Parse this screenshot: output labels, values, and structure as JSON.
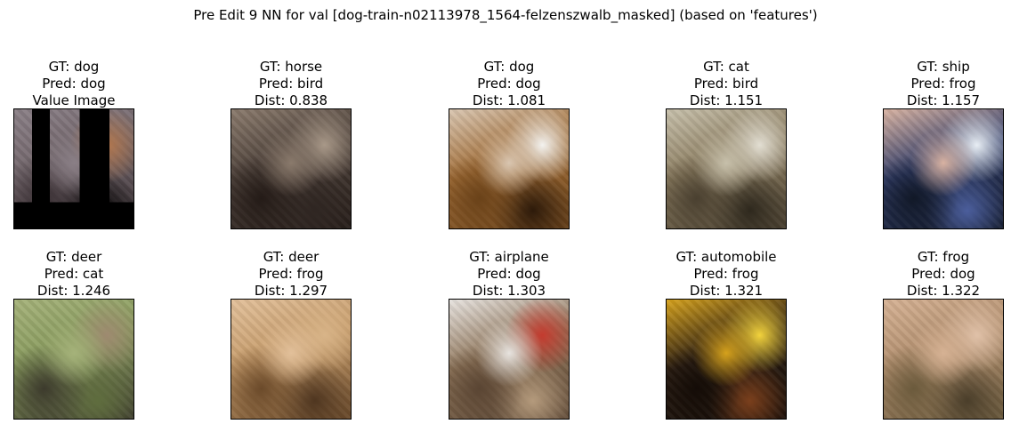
{
  "title": "Pre Edit 9 NN for val [dog-train-n02113978_1564-felzenszwalb_masked] (based on 'features')",
  "panels": [
    {
      "gt": "GT: dog",
      "pred": "Pred: dog",
      "extra": "Value Image",
      "colors": {
        "bg": "#6f6368",
        "a": "#8a7f86",
        "b": "#3a3034",
        "c": "#b2774e",
        "d": "#000000"
      }
    },
    {
      "gt": "GT: horse",
      "pred": "Pred: bird",
      "extra": "Dist: 0.838",
      "colors": {
        "bg": "#4b3f38",
        "a": "#8a7a6c",
        "b": "#241b17",
        "c": "#a89888",
        "d": "#2f2622"
      }
    },
    {
      "gt": "GT: dog",
      "pred": "Pred: dog",
      "extra": "Dist: 1.081",
      "colors": {
        "bg": "#9f6a33",
        "a": "#d9c6b1",
        "b": "#6a4219",
        "c": "#f3f2ef",
        "d": "#2d1a0a"
      }
    },
    {
      "gt": "GT: cat",
      "pred": "Pred: bird",
      "extra": "Dist: 1.151",
      "colors": {
        "bg": "#8a7b5e",
        "a": "#c7c0ab",
        "b": "#4a4030",
        "c": "#e2ded2",
        "d": "#2e281d"
      }
    },
    {
      "gt": "GT: ship",
      "pred": "Pred: frog",
      "extra": "Dist: 1.157",
      "colors": {
        "bg": "#2f3b67",
        "a": "#d9b3a2",
        "b": "#111827",
        "c": "#e8eef4",
        "d": "#4b5e9c"
      }
    },
    {
      "gt": "GT: deer",
      "pred": "Pred: cat",
      "extra": "Dist: 1.246",
      "colors": {
        "bg": "#86995b",
        "a": "#a5b27a",
        "b": "#3c3a2c",
        "c": "#9e8a70",
        "d": "#5f6d3e"
      }
    },
    {
      "gt": "GT: deer",
      "pred": "Pred: frog",
      "extra": "Dist: 1.297",
      "colors": {
        "bg": "#c59a68",
        "a": "#e2c09a",
        "b": "#6b4a2a",
        "c": "#d8b488",
        "d": "#4f3620"
      }
    },
    {
      "gt": "GT: airplane",
      "pred": "Pred: dog",
      "extra": "Dist: 1.303",
      "colors": {
        "bg": "#8d7357",
        "a": "#e7e3df",
        "b": "#5a4533",
        "c": "#c43b2f",
        "d": "#b49a7c"
      }
    },
    {
      "gt": "GT: automobile",
      "pred": "Pred: frog",
      "extra": "Dist: 1.321",
      "colors": {
        "bg": "#2b1d12",
        "a": "#d6a21c",
        "b": "#140c07",
        "c": "#f2d23c",
        "d": "#7a3f1c"
      }
    },
    {
      "gt": "GT: frog",
      "pred": "Pred: dog",
      "extra": "Dist: 1.322",
      "colors": {
        "bg": "#b08d6c",
        "a": "#d6b294",
        "b": "#6b5a3c",
        "c": "#e0c1a8",
        "d": "#4a3e2a"
      }
    }
  ]
}
